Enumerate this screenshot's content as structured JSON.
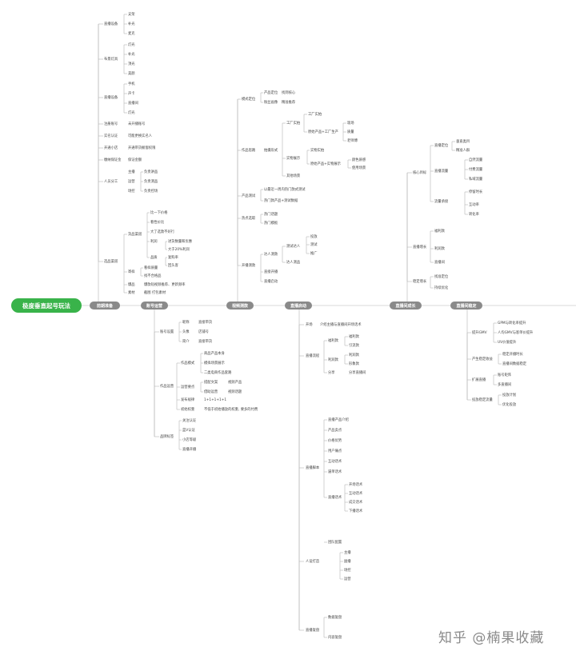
{
  "root": "极度垂直起号玩法",
  "branches": [
    "前期准备",
    "账号运营",
    "视频测款",
    "直播启动",
    "直播间成长",
    "直播间稳定"
  ],
  "watermark": "知乎 @楠果收藏",
  "b1": {
    "equipment": "直播设备",
    "eq_items": [
      "支架",
      "补光",
      "麦克"
    ],
    "lights": "布景灯具",
    "light_items": [
      "灯光",
      "补光",
      "顶光",
      "美颜"
    ],
    "shoot": "直播设备",
    "shoot_items": [
      "手机",
      "声卡",
      "直播间",
      "灯光"
    ],
    "acct": "注册账号",
    "acct_note": "未开播账号",
    "real": "实名认证",
    "real_note": "可能更换实名人",
    "perm": "开通小店",
    "perm_note": "开通带货橱窗权限",
    "deposit": "缴纳保证金",
    "deposit_note": "保证金额",
    "people": "人员分工",
    "roles": [
      "主播",
      "运营",
      "场控"
    ],
    "role_notes": [
      "负责讲品",
      "负责测品",
      "负责控场"
    ],
    "select": "选品渠道",
    "sel_a": "货品渠道",
    "sel_a_items": [
      "比一下价格",
      "看性价比",
      "大了选款不好行"
    ],
    "sel_b": "利润",
    "sel_b_items": [
      "进货数量和优惠",
      "大于20%利润"
    ],
    "sel_c": "品质",
    "sel_c_items": [
      "复购率",
      "回头客"
    ],
    "sample": "寄样",
    "sample_items": [
      "看样质量",
      "找不合格品"
    ],
    "hot": "爆品",
    "hot_note": "爆款短视频推荐、更新频率",
    "store": "素材",
    "store_note": "截图 打包素材"
  },
  "b2": {
    "setup": "账号设置",
    "setup_items": [
      "昵称",
      "头像",
      "简介"
    ],
    "setup_notes": [
      "直接带货",
      "店铺号",
      "直接带货"
    ],
    "works": "作品运营",
    "mode": "作品模式",
    "mode_items": [
      "商品产品本身",
      "模拟场景展示",
      "二类电商作品套路"
    ],
    "craft": "运营要点",
    "craft_items": [
      "搭配文案",
      "借助运营"
    ],
    "craft_notes": [
      "视频产品",
      "视频话题"
    ],
    "post": "发布规律",
    "post_note": "1+1+1+1+1",
    "growth": "初始权重",
    "growth_note": "不低于初始播放的权重, 要多的付费",
    "brand": "品牌标签",
    "brand_items": [
      "关注认证",
      "蓝V认证",
      "小店等级",
      "直播开播"
    ]
  },
  "b3": {
    "mode": "模式定位",
    "mode_items": [
      "产品定位",
      "粉丝画像"
    ],
    "mode_notes": [
      "找到核心",
      "精准推荐"
    ],
    "works": "作品思路",
    "attr": "拍摄形式",
    "attr_a": "工厂实拍",
    "attr_a_items": [
      "工厂实拍",
      "原始产品+工厂生产"
    ],
    "attr_a_notes": [
      "现场",
      "质量",
      "老师傅"
    ],
    "attr_b": "实物展示",
    "attr_b_items": [
      "实物实拍",
      "原始产品+实物展示"
    ],
    "attr_b_notes": [
      "颜色质感",
      "使用场景"
    ],
    "attr_c": "其他场景",
    "product": "产品测试",
    "product_items": [
      "以最近一周内热门款式测试",
      "热门款产品+测试数据"
    ],
    "pick": "热点选取",
    "pick_items": [
      "热门话题",
      "热门模板"
    ],
    "record": "开播测款",
    "live_a": "达人测款",
    "live_a_items": [
      "测试达人",
      "达人测品"
    ],
    "live_a_notes": [
      "投放",
      "测试",
      "推广"
    ],
    "live_b": "直接开播",
    "live_c": "直播启动"
  },
  "b4": {
    "intro": "开场",
    "intro_note": "介绍主播与直播间开场话术",
    "flow": "直播流程",
    "f_a": "福利款",
    "f_a_items": [
      "福利款",
      "引流款"
    ],
    "f_b": "利润款",
    "f_b_items": [
      "利润款",
      "形象款"
    ],
    "f_c": "分享",
    "f_c_note": "分享直播间",
    "plan": "直播脚本",
    "plan_items": [
      "直播产品介绍",
      "产品卖点",
      "价格优势",
      "用户痛点",
      "互动话术",
      "逼单话术"
    ],
    "tone": "直播话术",
    "tone_items": [
      "开场话术",
      "互动话术",
      "成交话术",
      "下播话术"
    ],
    "person": "人设打造",
    "team": "团队配置",
    "team_items": [
      "主播",
      "副播",
      "场控",
      "运营"
    ],
    "after": "直播复盘",
    "after_items": [
      "数据复盘",
      "内容复盘"
    ]
  },
  "b5": {
    "core": "核心目标",
    "c_a": "直播定位",
    "c_a_items": [
      "垂直类目",
      "精准人群"
    ],
    "c_b": "直播流量",
    "c_b_items": [
      "自然流量",
      "付费流量",
      "私域流量"
    ],
    "c_c": "流量承接",
    "c_c_items": [
      "停留时长",
      "互动率",
      "转化率"
    ],
    "grow": "直播增长",
    "g_a": "福利款",
    "g_b": "利润款",
    "g_c": "直播间",
    "next": "稳定增长",
    "next_items": [
      "找准定位",
      "持续优化"
    ]
  },
  "b6": {
    "data": "提升GMV",
    "data_items": [
      "GPM与转化率提升",
      "人均GMV与客单价提升",
      "UV价值提升"
    ],
    "pc": "产生稳定收益",
    "pc_items": [
      "稳定开播时长",
      "直播间数据稳定"
    ],
    "team": "扩展直播",
    "team_items": [
      "账号矩阵",
      "多直播间"
    ],
    "ad": "投放稳定流量",
    "ad_items": [
      "投放计划",
      "优化投放"
    ]
  }
}
